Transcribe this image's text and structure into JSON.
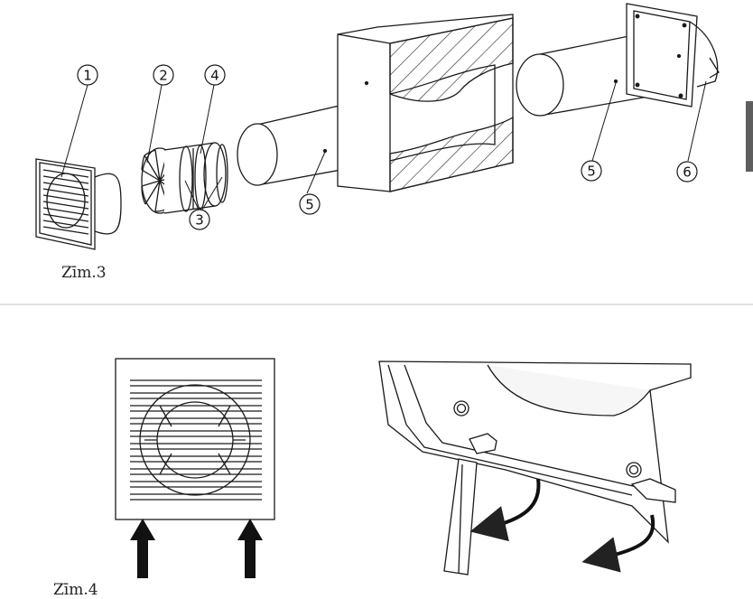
{
  "figure3": {
    "caption": "Zīm.3",
    "callouts": [
      {
        "label": "1",
        "part": "front-grille"
      },
      {
        "label": "2",
        "part": "backdraft-shutter"
      },
      {
        "label": "3",
        "part": "seal-rings"
      },
      {
        "label": "4",
        "part": "fan-motor"
      },
      {
        "label": "5",
        "part": "duct-pipe"
      },
      {
        "label": "5",
        "part": "duct-pipe"
      },
      {
        "label": "6",
        "part": "outer-cover"
      }
    ]
  },
  "figure4": {
    "caption": "Zīm.4"
  },
  "colors": {
    "line": "#1a1a1a",
    "divider": "#cfcfcf",
    "scrollbar": "#5e5e5e"
  }
}
